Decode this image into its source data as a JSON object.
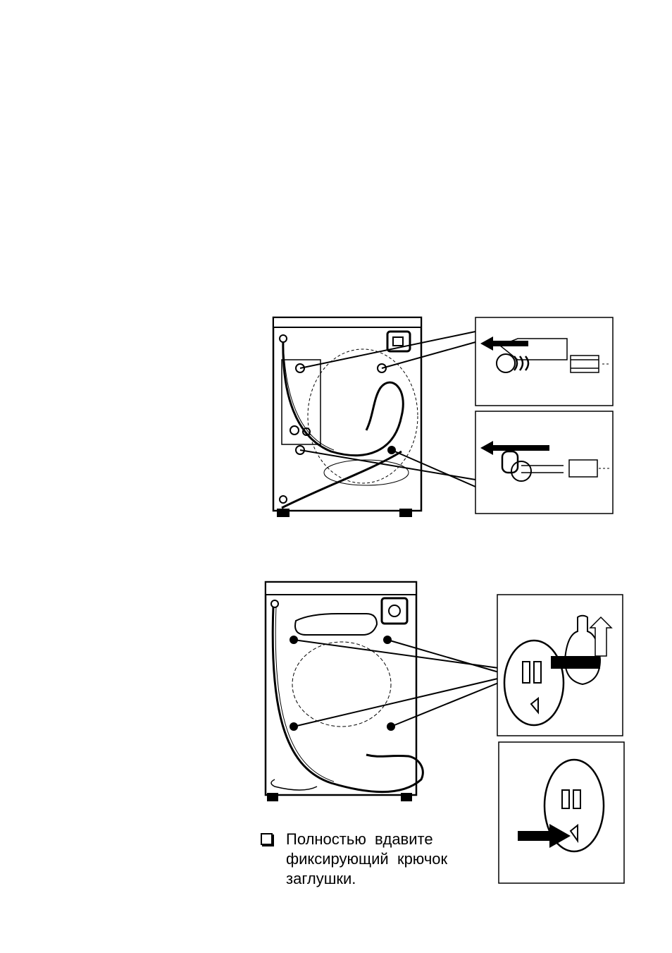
{
  "instruction": {
    "bullet_icon": "checkbox-bullet",
    "line1": "Полностью  вдавите",
    "line2": "фиксирующий  крючок",
    "line3": "заглушки."
  },
  "figures": [
    {
      "id": "figure-1",
      "subject": "machine rear view with transport bolts"
    },
    {
      "id": "figure-2",
      "subject": "machine rear view with plugs inserted"
    }
  ],
  "colors": {
    "line": "#000000",
    "background": "#ffffff"
  }
}
